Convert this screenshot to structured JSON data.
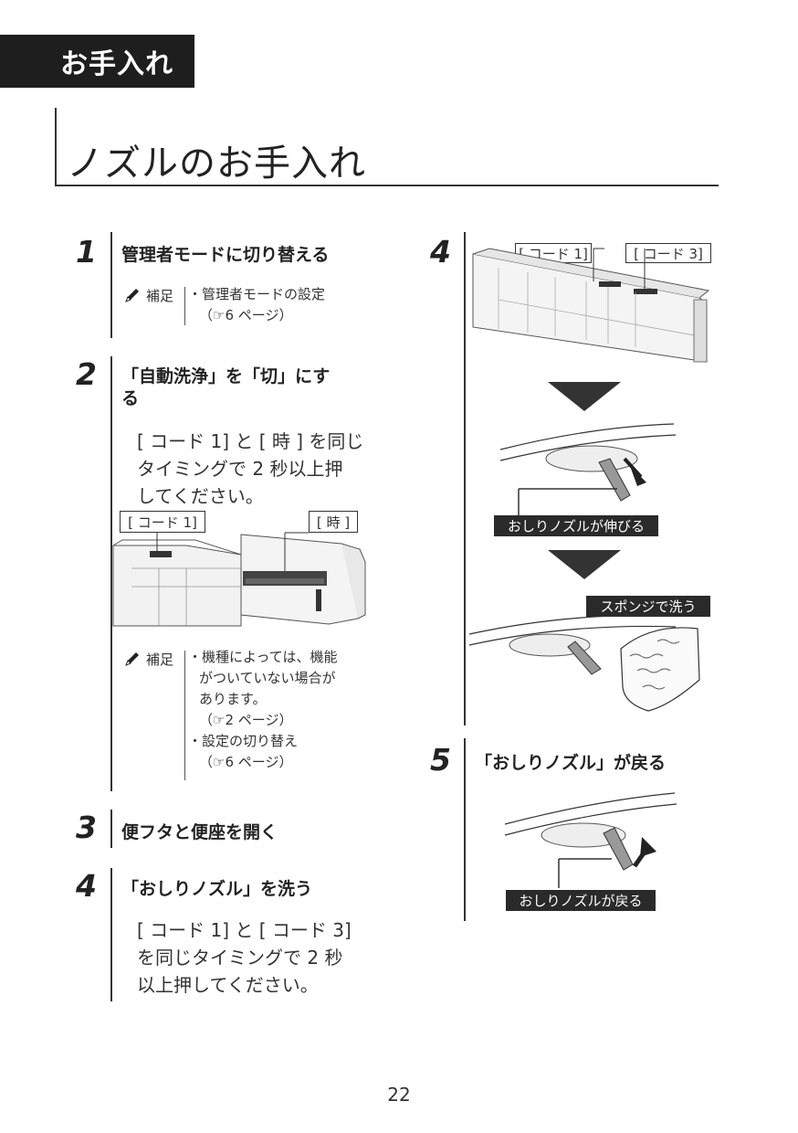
{
  "section_tab": "お手入れ",
  "page_title": "ノズルのお手入れ",
  "left_steps": [
    {
      "number": "1",
      "heading": "管理者モードに切り替える",
      "note": {
        "label": "補足",
        "lines": [
          "・管理者モードの設定",
          "（☞6 ページ）"
        ]
      }
    },
    {
      "number": "2",
      "heading_lines": [
        "「自動洗浄」を「切」にす",
        "る"
      ],
      "body_lines": [
        "[ コード 1] と [ 時 ] を同じ",
        "タイミングで 2 秒以上押",
        "してください。"
      ],
      "labels": {
        "code1": "[ コード 1]",
        "time": "[ 時 ]"
      },
      "note": {
        "label": "補足",
        "lines": [
          "・機種によっては、機能",
          "がついていない場合が",
          "あります。",
          "（☞2 ページ）",
          "・設定の切り替え",
          "（☞6 ページ）"
        ]
      }
    },
    {
      "number": "3",
      "heading": "便フタと便座を開く"
    },
    {
      "number": "4",
      "heading": "「おしりノズル」を洗う",
      "body_lines": [
        "[ コード 1] と [ コード 3]",
        "を同じタイミングで 2 秒",
        "以上押してください。"
      ]
    }
  ],
  "right_steps": [
    {
      "number": "4",
      "labels": {
        "code1": "[ コード 1]",
        "code3": "[ コード 3]",
        "extend": "おしりノズルが伸びる",
        "sponge": "スポンジで洗う"
      }
    },
    {
      "number": "5",
      "heading": "「おしりノズル」が戻る",
      "labels": {
        "return": "おしりノズルが戻る"
      }
    }
  ],
  "page_number": "22"
}
